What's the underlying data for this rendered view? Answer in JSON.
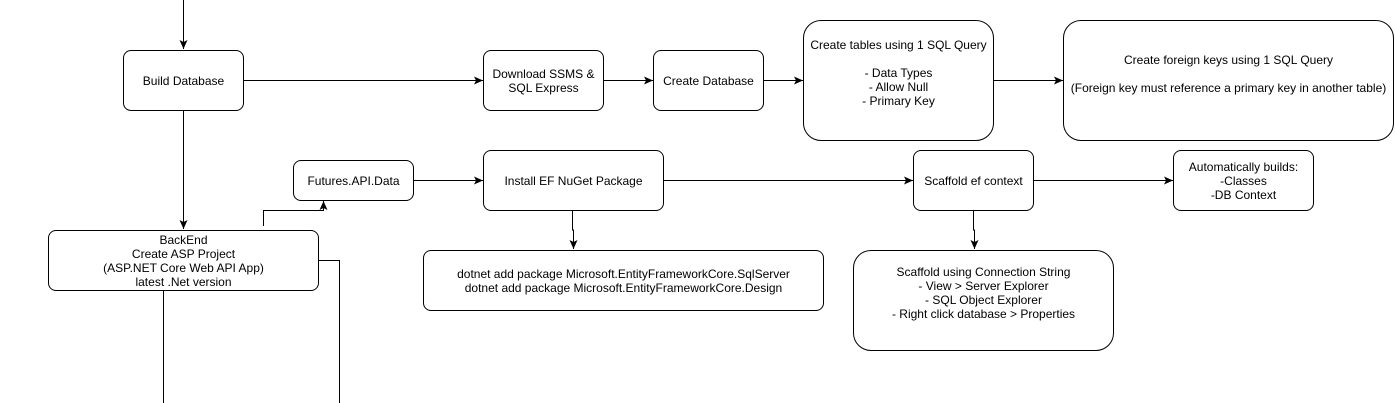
{
  "nodes": {
    "build_database": {
      "lines": [
        "Build Database"
      ]
    },
    "download_ssms": {
      "lines": [
        "Download SSMS &",
        "SQL Express"
      ]
    },
    "create_database": {
      "lines": [
        "Create Database"
      ]
    },
    "create_tables": {
      "lines": [
        "Create tables using 1 SQL Query",
        "",
        "- Data Types",
        "- Allow Null",
        "- Primary Key"
      ]
    },
    "create_foreign_keys": {
      "lines": [
        "Create foreign keys using 1 SQL Query",
        "",
        "(Foreign key must reference a primary key in another table)"
      ]
    },
    "futures_api_data": {
      "lines": [
        "Futures.API.Data"
      ]
    },
    "install_ef": {
      "lines": [
        "Install EF NuGet Package"
      ]
    },
    "scaffold_ef": {
      "lines": [
        "Scaffold ef context"
      ]
    },
    "auto_builds": {
      "lines": [
        "Automatically builds:",
        "-Classes",
        "-DB Context"
      ]
    },
    "backend": {
      "lines": [
        "BackEnd",
        "Create ASP Project",
        "(ASP.NET Core Web API App)",
        "latest .Net version"
      ]
    },
    "dotnet_packages": {
      "lines": [
        "dotnet add package Microsoft.EntityFrameworkCore.SqlServer",
        "dotnet add package Microsoft.EntityFrameworkCore.Design"
      ]
    },
    "scaffold_conn": {
      "lines": [
        "Scaffold using Connection String",
        "- View > Server Explorer",
        "- SQL Object Explorer",
        "- Right click database > Properties"
      ]
    }
  }
}
